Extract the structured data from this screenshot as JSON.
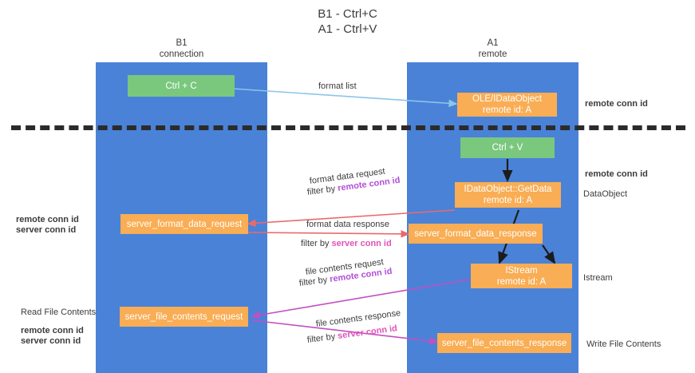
{
  "title": {
    "line1": "B1 - Ctrl+C",
    "line2": "A1 - Ctrl+V"
  },
  "lanes": [
    {
      "id": "b1",
      "name": "B1",
      "sub": "connection"
    },
    {
      "id": "a1",
      "name": "A1",
      "sub": "remote"
    }
  ],
  "nodes": {
    "ctrl_c": {
      "label": "Ctrl + C"
    },
    "data_object": {
      "line1": "OLE/IDataObject",
      "line2": "remote id: A"
    },
    "ctrl_v": {
      "label": "Ctrl + V"
    },
    "get_data": {
      "line1": "IDataObject::GetData",
      "line2": "remote id: A"
    },
    "server_format_data_request": {
      "label": "server_format_data_request"
    },
    "server_format_data_response": {
      "label": "server_format_data_response"
    },
    "istream": {
      "line1": "IStream",
      "line2": "remote id: A"
    },
    "server_file_contents_request": {
      "label": "server_file_contents_request"
    },
    "server_file_contents_response": {
      "label": "server_file_contents_response"
    }
  },
  "edges": {
    "format_list": "format list",
    "format_data_request": "format data request",
    "format_data_request_filter_prefix": "filter by ",
    "format_data_request_filter_value": "remote conn id",
    "format_data_response": "format data response",
    "format_data_response_filter_prefix": "filter by ",
    "format_data_response_filter_value": "server conn id",
    "file_contents_request": "file contents request",
    "file_contents_request_filter_prefix": "filter by ",
    "file_contents_request_filter_value": "remote conn id",
    "file_contents_response": "file contents response",
    "file_contents_response_filter_prefix": "filter by ",
    "file_contents_response_filter_value": "server conn id"
  },
  "annotations": {
    "right_remote_conn_id_top": "remote conn id",
    "right_remote_conn_id_mid": "remote conn id",
    "right_data_object": "DataObject",
    "right_istream": "Istream",
    "right_write_file_contents": "Write File Contents",
    "left_remote_conn_id_mid": "remote conn id",
    "left_server_conn_id_mid": "server conn id",
    "left_read_file_contents": "Read File Contents",
    "left_remote_conn_id_bottom": "remote conn id",
    "left_server_conn_id_bottom": "server conn id"
  },
  "colors": {
    "lane": "#4a82d8",
    "green_node": "#7ac77e",
    "orange_node": "#f9ad54",
    "purple_text": "#b14fd8",
    "green_text": "#62b567",
    "pink_text": "#e053b8",
    "blue_arrow": "#8cc5e8",
    "red_arrow": "#ea6a6a",
    "magenta_arrow": "#c24fc2",
    "dark_arrow": "#1c1c1c"
  }
}
